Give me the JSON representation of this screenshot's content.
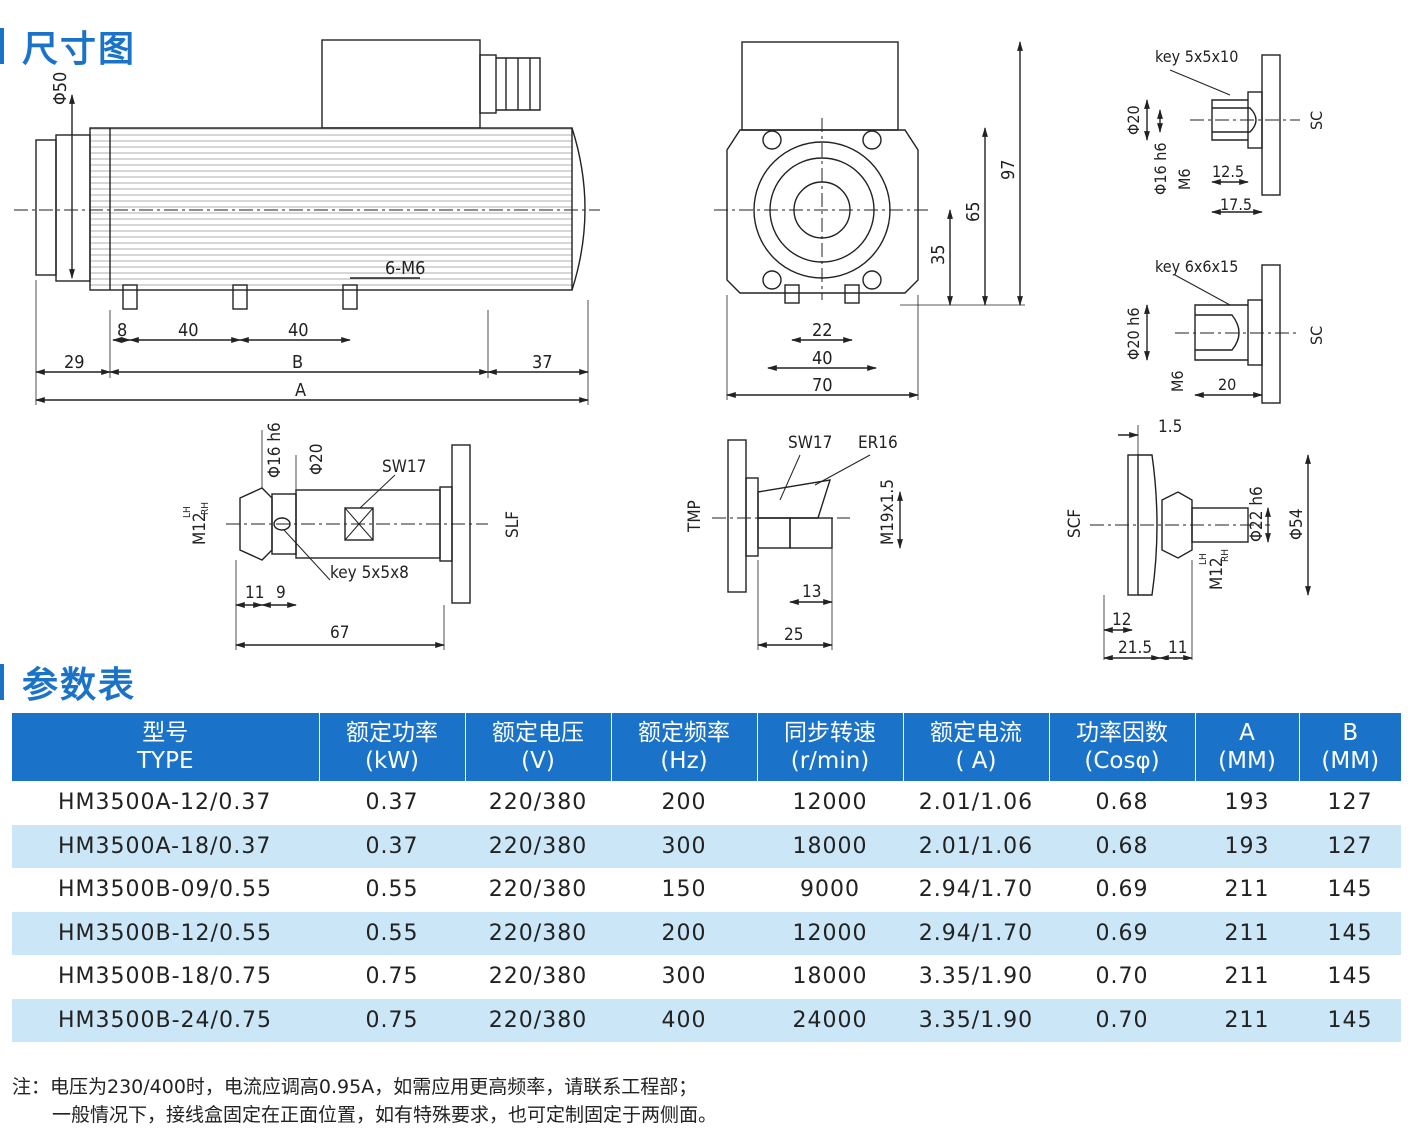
{
  "sections": {
    "dimensions": "尺寸图",
    "parameters": "参数表"
  },
  "drawing_labels": {
    "main": {
      "phi50": "Φ50",
      "m6": "6-M6",
      "d8": "8",
      "d40a": "40",
      "d40b": "40",
      "d29": "29",
      "dB": "B",
      "d37": "37",
      "dA": "A"
    },
    "front": {
      "d97": "97",
      "d65": "65",
      "d35": "35",
      "d22": "22",
      "d40": "40",
      "d70": "70"
    },
    "sc_top": {
      "key": "key 5x5x10",
      "phi20": "Φ20",
      "phi16": "Φ16 h6",
      "m6": "M6",
      "d12_5": "12.5",
      "d17_5": "17.5",
      "sc": "SC"
    },
    "sc_bot": {
      "key": "key 6x6x15",
      "phi20": "Φ20 h6",
      "m6": "M6",
      "d20": "20",
      "sc": "SC"
    },
    "slf": {
      "phi16": "Φ16 h6",
      "phi20": "Φ20",
      "sw17": "SW17",
      "m12": "M12",
      "lh": "LH",
      "rh": "RH",
      "key": "key  5x5x8",
      "d11": "11",
      "d9": "9",
      "d67": "67",
      "slf": "SLF"
    },
    "tmp": {
      "sw17": "SW17",
      "er16": "ER16",
      "m19": "M19x1.5",
      "d13": "13",
      "d25": "25",
      "tmp": "TMP"
    },
    "scf": {
      "d1_5": "1.5",
      "phi22": "Φ22 h6",
      "phi54": "Φ54",
      "m12": "M12",
      "lh": "LH",
      "rh": "RH",
      "d12": "12",
      "d21_5": "21.5",
      "d11": "11",
      "scf": "SCF"
    }
  },
  "table": {
    "headers": [
      [
        "型号",
        "TYPE"
      ],
      [
        "额定功率",
        "(kW)"
      ],
      [
        "额定电压",
        "(V)"
      ],
      [
        "额定频率",
        "(Hz)"
      ],
      [
        "同步转速",
        "(r/min)"
      ],
      [
        "额定电流",
        "( A)"
      ],
      [
        "功率因数",
        "(Cosφ)"
      ],
      [
        "A",
        "(MM)"
      ],
      [
        "B",
        "(MM)"
      ]
    ],
    "rows": [
      [
        "HM3500A-12/0.37",
        "0.37",
        "220/380",
        "200",
        "12000",
        "2.01/1.06",
        "0.68",
        "193",
        "127"
      ],
      [
        "HM3500A-18/0.37",
        "0.37",
        "220/380",
        "300",
        "18000",
        "2.01/1.06",
        "0.68",
        "193",
        "127"
      ],
      [
        "HM3500B-09/0.55",
        "0.55",
        "220/380",
        "150",
        "9000",
        "2.94/1.70",
        "0.69",
        "211",
        "145"
      ],
      [
        "HM3500B-12/0.55",
        "0.55",
        "220/380",
        "200",
        "12000",
        "2.94/1.70",
        "0.69",
        "211",
        "145"
      ],
      [
        "HM3500B-18/0.75",
        "0.75",
        "220/380",
        "300",
        "18000",
        "3.35/1.90",
        "0.70",
        "211",
        "145"
      ],
      [
        "HM3500B-24/0.75",
        "0.75",
        "220/380",
        "400",
        "24000",
        "3.35/1.90",
        "0.70",
        "211",
        "145"
      ]
    ]
  },
  "notes": {
    "line1": "注：电压为230/400时，电流应调高0.95A，如需应用更高频率，请联系工程部；",
    "line2": "一般情况下，接线盒固定在正面位置，如有特殊要求，也可定制固定于两侧面。"
  },
  "colors": {
    "accent": "#1a73c8",
    "row_alt": "#cbe6f6"
  }
}
